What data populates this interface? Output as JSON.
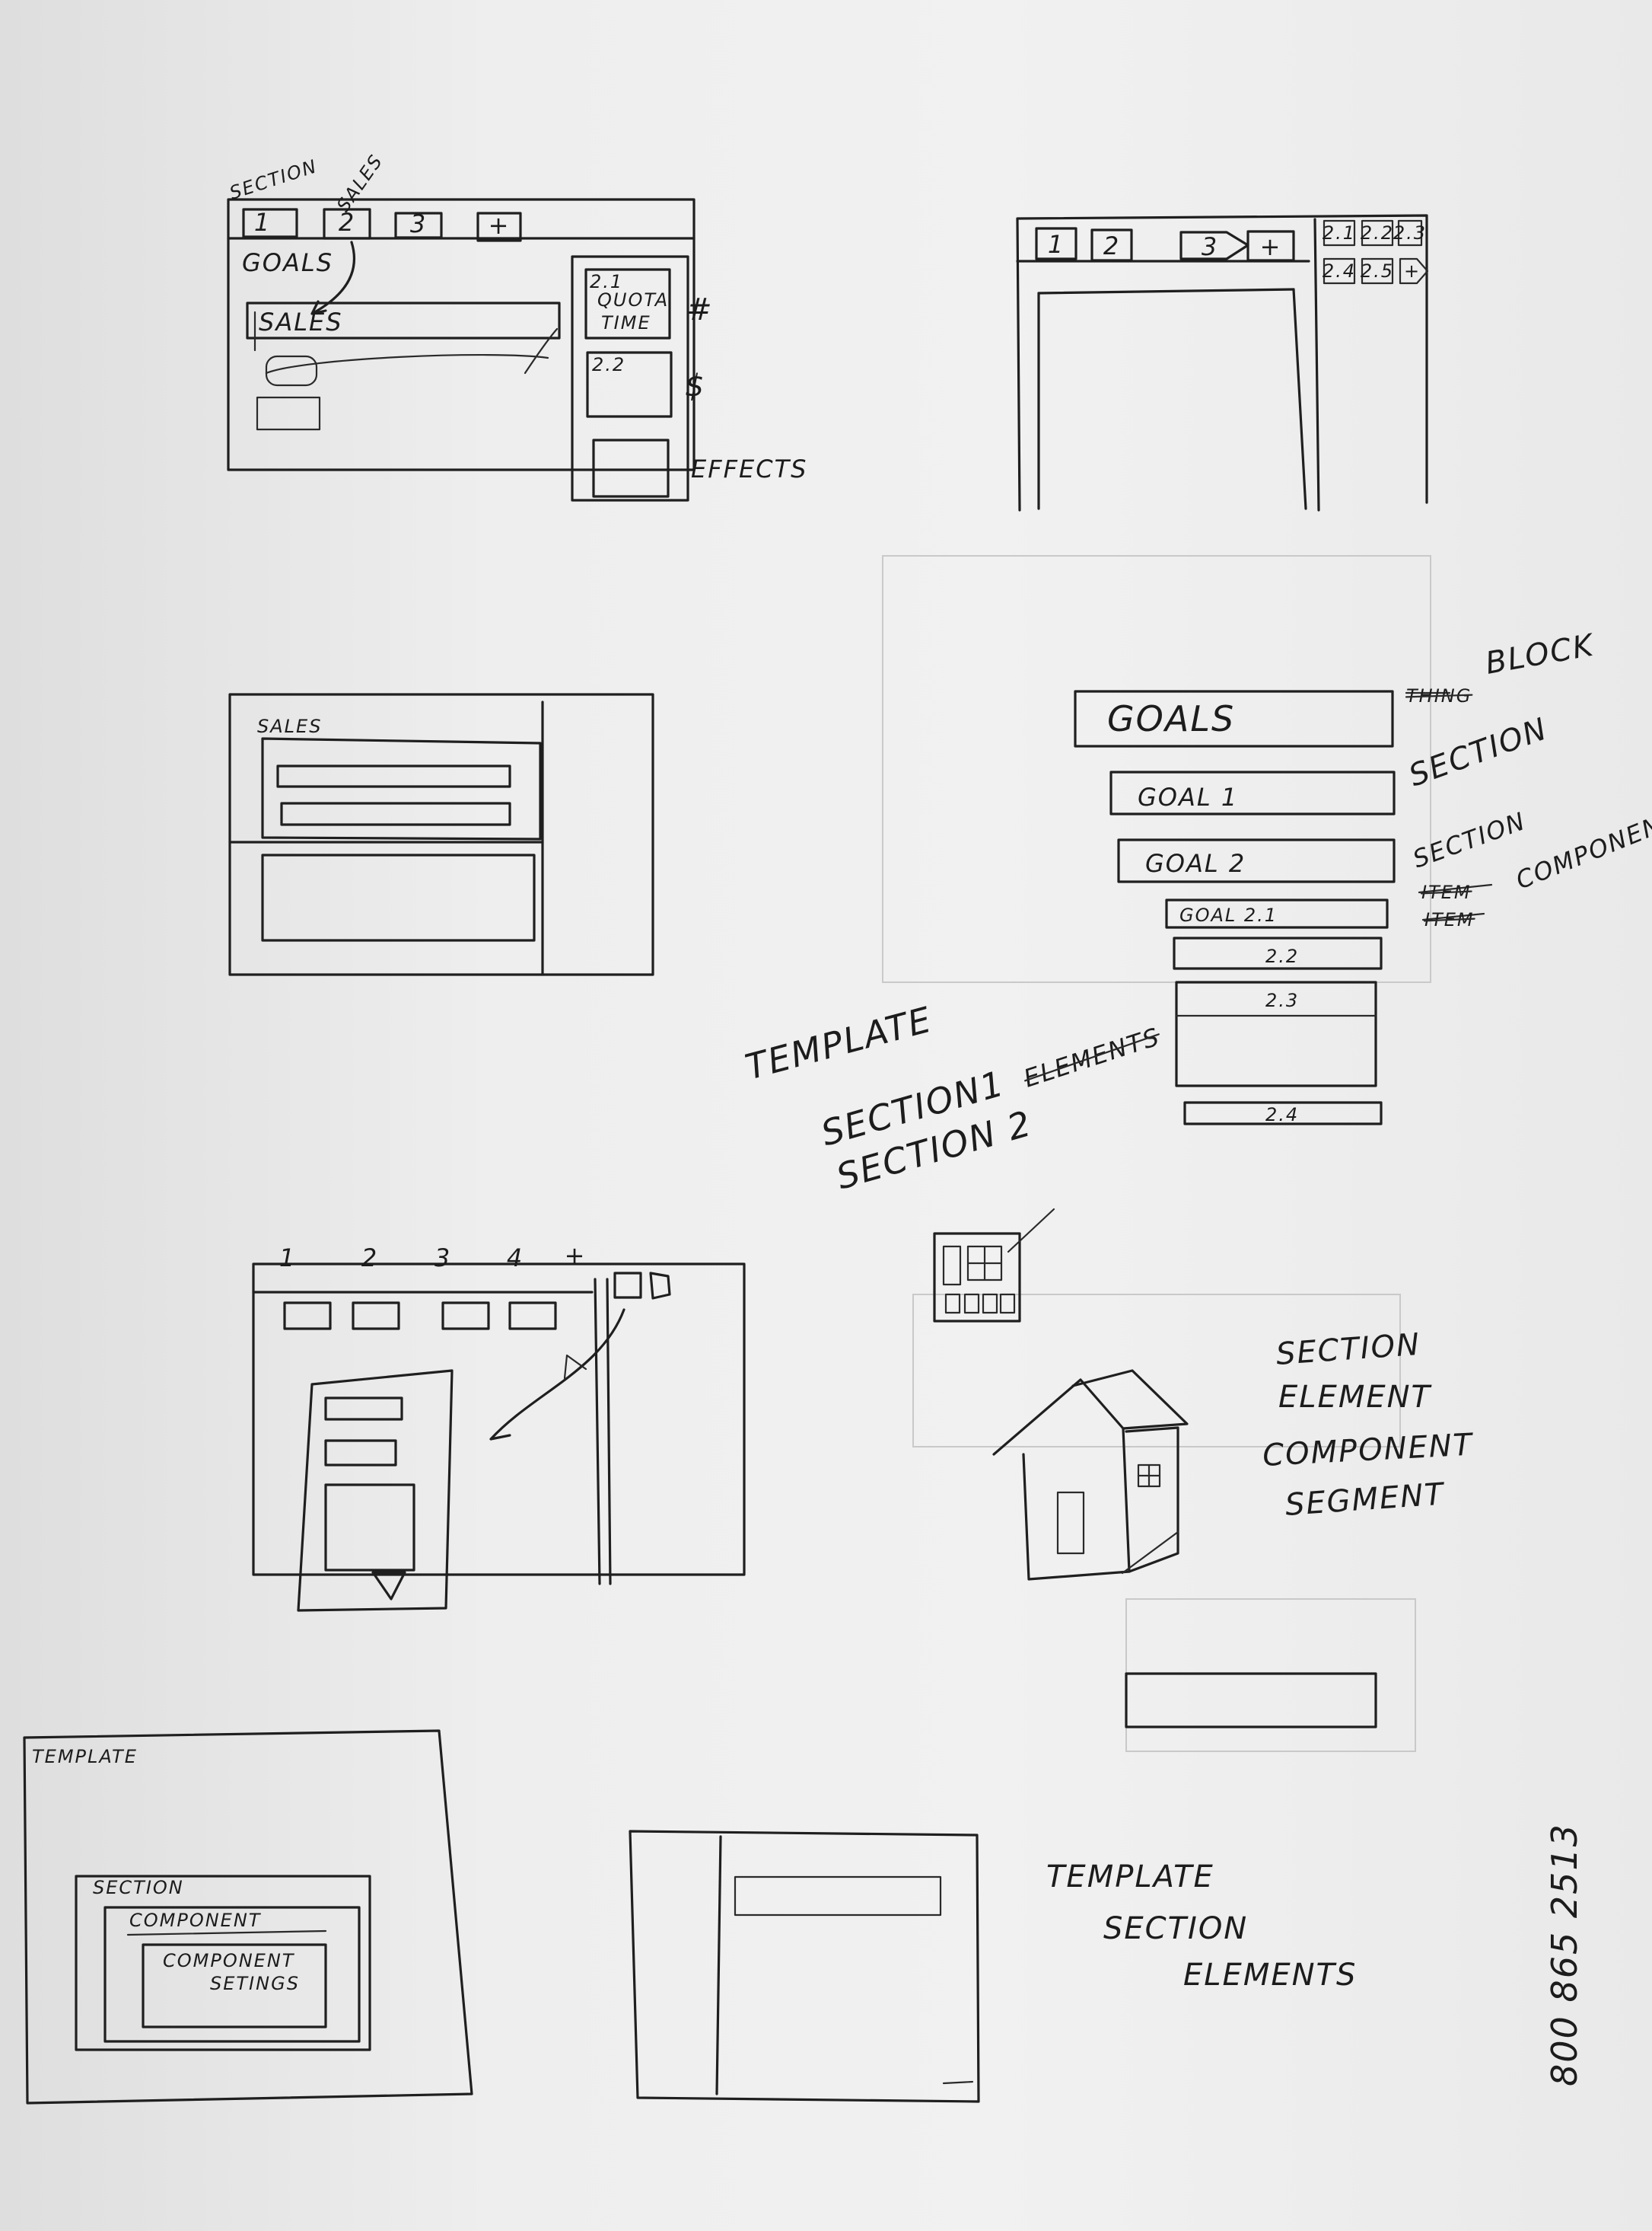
{
  "sketch1": {
    "section_label": "SECTION",
    "sales_annot": "SALES",
    "tabs": [
      "1",
      "2",
      "3",
      "+"
    ],
    "goals": "GOALS",
    "sales_bar": "SALES",
    "box21": "2.1",
    "quota": "QUOTA",
    "time": "TIME",
    "hash": "#",
    "box22": "2.2",
    "dollar": "$",
    "effects": "EFFECTS"
  },
  "sketch2": {
    "tabs": [
      "1",
      "2",
      "3",
      "+"
    ],
    "side_row1": [
      "2.1",
      "2.2",
      "2.3"
    ],
    "side_row2": [
      "2.4",
      "2.5",
      "+"
    ]
  },
  "sketch3": {
    "sales": "SALES"
  },
  "hierarchy": {
    "goals": "GOALS",
    "goal1": "GOAL 1",
    "goal2": "GOAL 2",
    "goal21": "GOAL 2.1",
    "g22": "2.2",
    "g23": "2.3",
    "g24": "2.4",
    "block_strike": "THING",
    "block": "BLOCK",
    "section_a": "SECTION",
    "section_b": "SECTION",
    "item_strike_a": "ITEM",
    "component": "COMPONENT",
    "item_strike_b": "ITEM"
  },
  "center_notes": {
    "template": "TEMPLATE",
    "section1": "SECTION1",
    "elements_strike": "ELEMENTS",
    "section2": "SECTION 2"
  },
  "sketch4": {
    "tab_numbers": [
      "1",
      "2",
      "3",
      "4",
      "+"
    ]
  },
  "right_terms": {
    "section": "SECTION",
    "element": "ELEMENT",
    "component": "COMPONENT",
    "segment": "SEGMENT"
  },
  "nested": {
    "template": "TEMPLATE",
    "section": "SECTION",
    "component": "COMPONENT",
    "component_settings_1": "COMPONENT",
    "component_settings_2": "SETINGS"
  },
  "bottom_list": {
    "template": "TEMPLATE",
    "section": "SECTION",
    "elements": "ELEMENTS"
  },
  "phone": "800 865 2513"
}
